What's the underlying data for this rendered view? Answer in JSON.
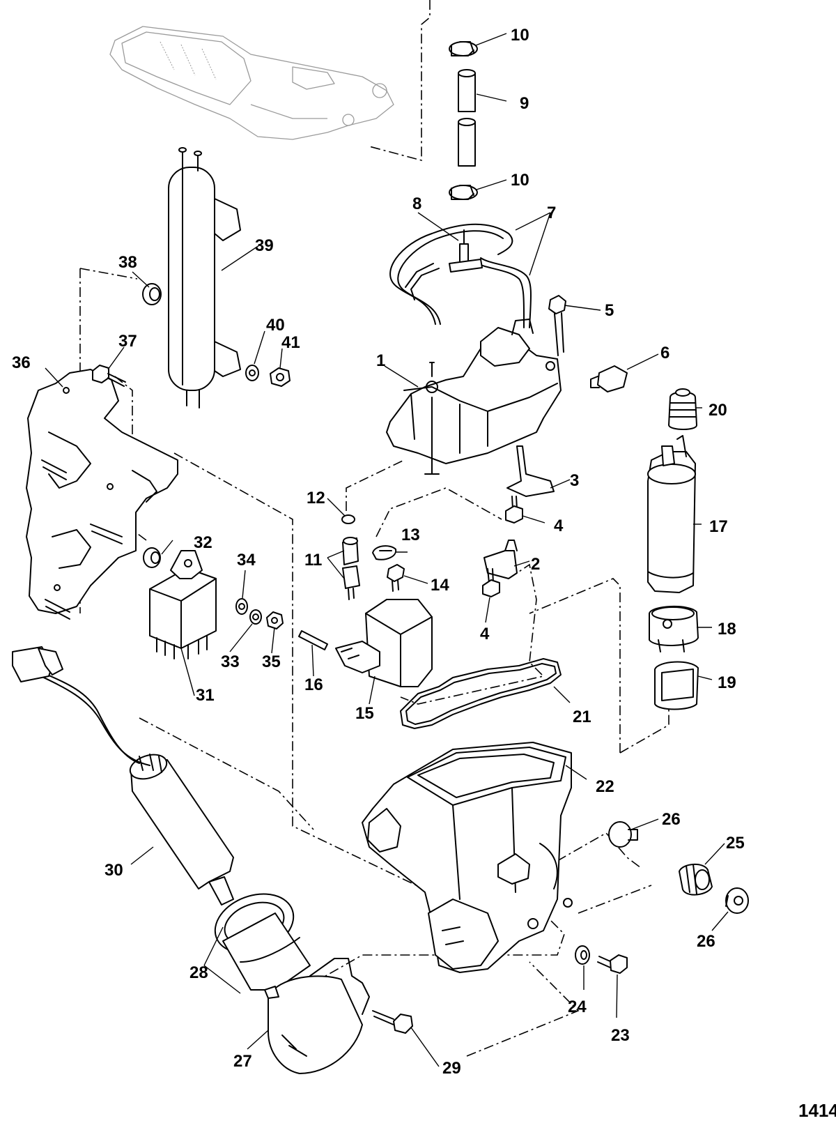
{
  "figure_number": "1414",
  "callouts": [
    "1",
    "2",
    "3",
    "4",
    "5",
    "6",
    "7",
    "8",
    "9",
    "10",
    "11",
    "12",
    "13",
    "14",
    "15",
    "16",
    "17",
    "18",
    "19",
    "20",
    "21",
    "22",
    "23",
    "24",
    "25",
    "26",
    "27",
    "28",
    "29",
    "30",
    "31",
    "32",
    "33",
    "34",
    "35",
    "36",
    "37",
    "38",
    "39",
    "40",
    "41"
  ]
}
